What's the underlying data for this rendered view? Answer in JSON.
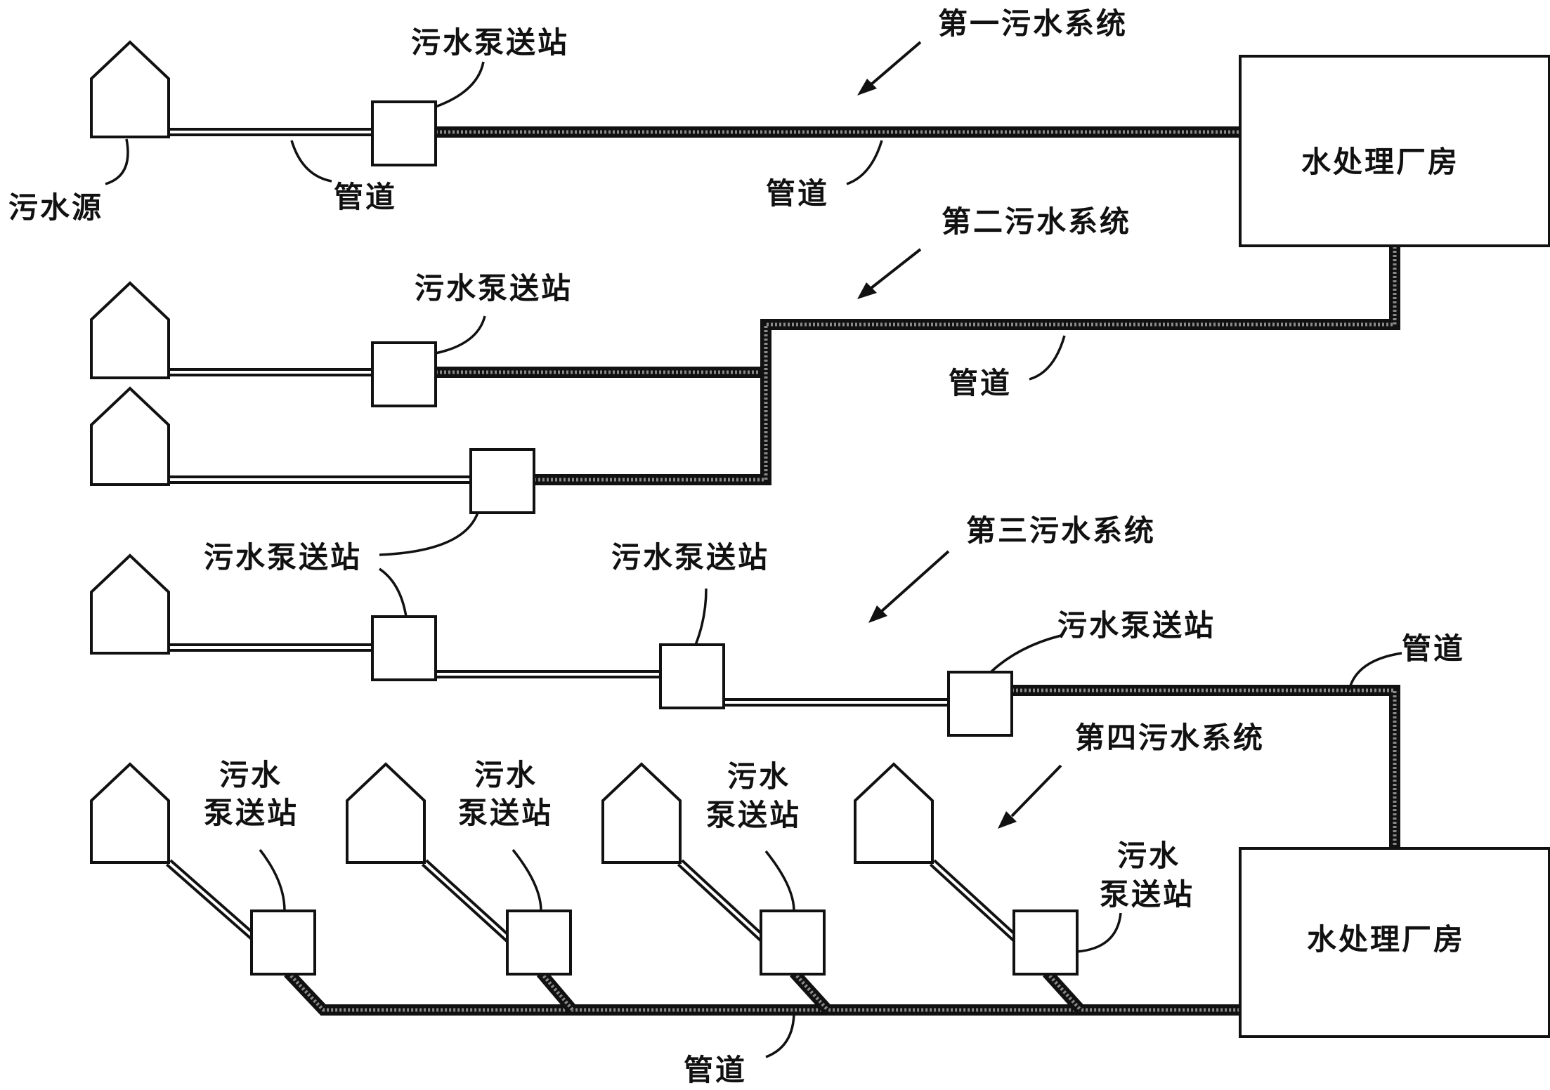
{
  "systems": {
    "first": "第一污水系统",
    "second": "第二污水系统",
    "third": "第三污水系统",
    "fourth": "第四污水系统"
  },
  "labels": {
    "source": "污水源",
    "pipe": "管道",
    "pump_station": "污水泵送站",
    "pump_station_line1": "污水",
    "pump_station_line2": "泵送站",
    "plant": "水处理厂房"
  },
  "colors": {
    "line": "#111111",
    "background": "#ffffff"
  }
}
